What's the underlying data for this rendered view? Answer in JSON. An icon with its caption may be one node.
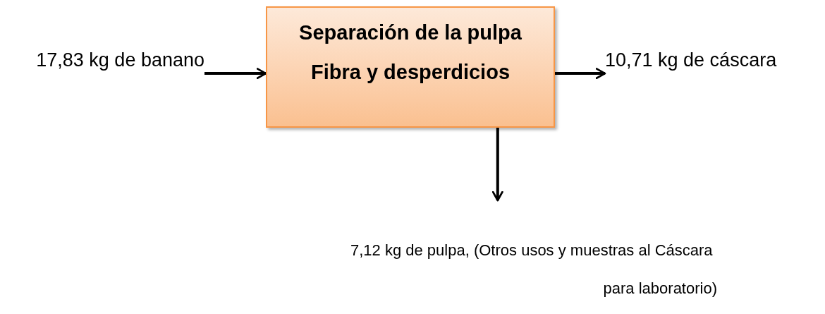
{
  "diagram": {
    "nodes": [
      {
        "text": [
          "Separación de la pulpa",
          "Fibra y desperdicios"
        ]
      },
      {
        "text": [
          "17,83 kg de banano"
        ]
      },
      {
        "text": [
          "10,71 kg de cáscara"
        ]
      },
      {
        "text": [
          "7,12 kg de pulpa, (Otros usos y muestras al Cáscara para laboratorio)"
        ]
      }
    ],
    "edges": [
      {
        "from": 1,
        "to": 0,
        "arrow": "to"
      },
      {
        "from": 0,
        "to": 2,
        "arrow": "to"
      },
      {
        "from": 0,
        "to": 3,
        "arrow": "to"
      }
    ]
  }
}
